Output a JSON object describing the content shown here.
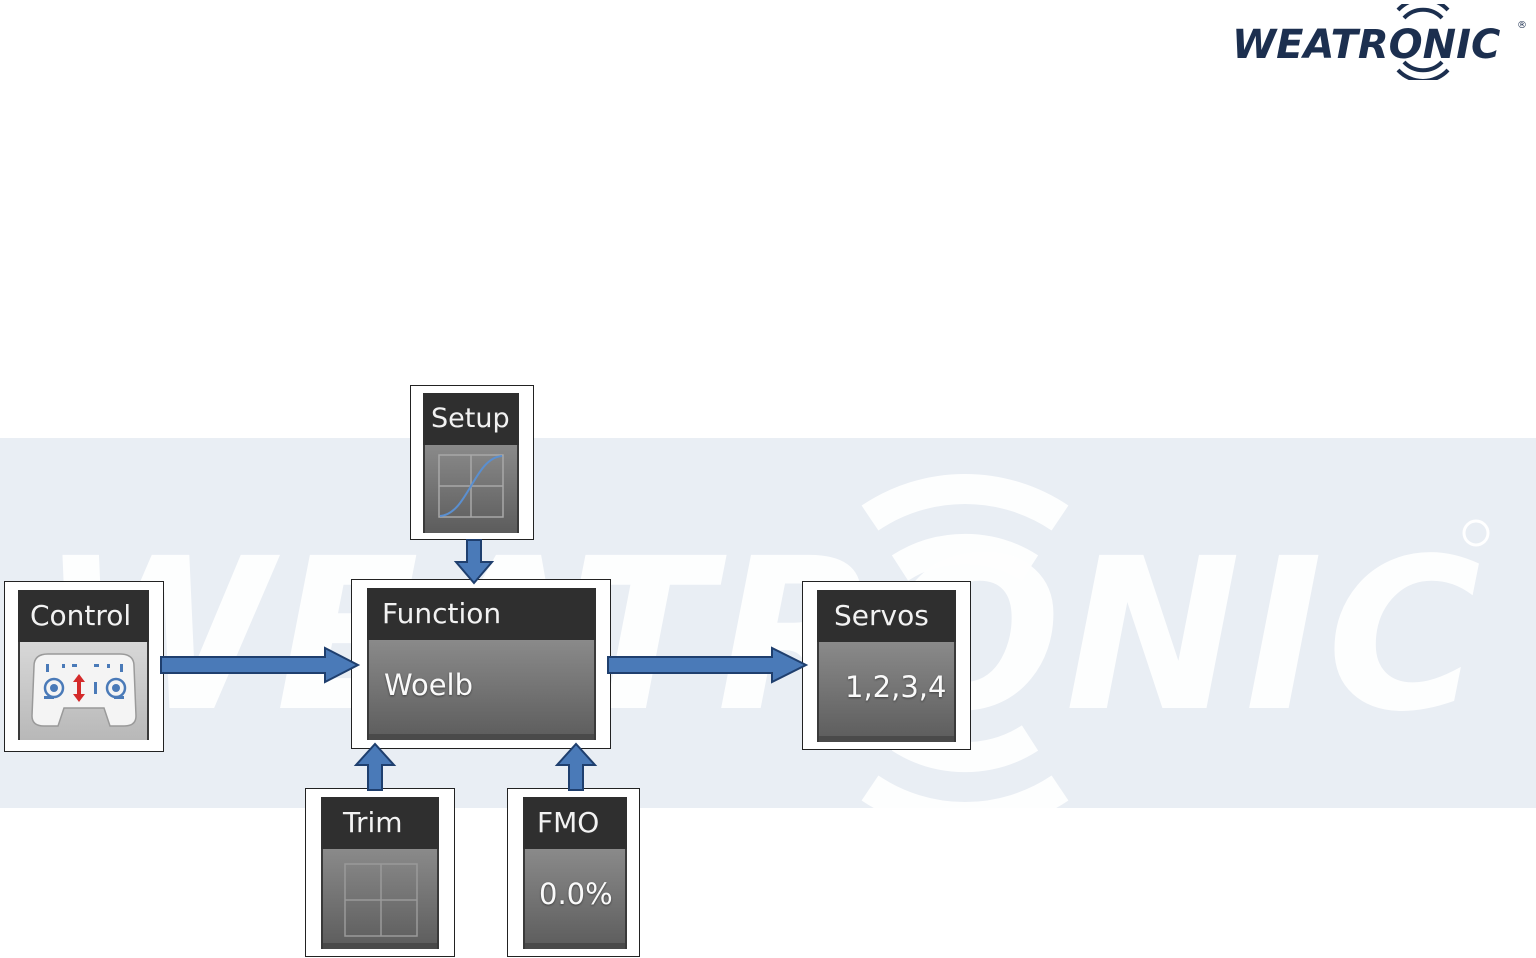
{
  "brand": {
    "logo_text": "WEATRONIC",
    "registered_mark": "®"
  },
  "colors": {
    "arrow_fill": "#4a7ab8",
    "arrow_stroke": "#1f3f6e",
    "band": "#e9eef4",
    "tile_header": "#2f2f2f"
  },
  "blocks": {
    "setup": {
      "label": "Setup",
      "icon": "curve-graph-icon"
    },
    "control": {
      "label": "Control",
      "icon": "transmitter-icon"
    },
    "function": {
      "label": "Function",
      "value": "Woelb"
    },
    "servos": {
      "label": "Servos",
      "value": "1,2,3,4"
    },
    "trim": {
      "label": "Trim",
      "icon": "grid-icon"
    },
    "fmo": {
      "label": "FMO",
      "value": "0.0%"
    }
  }
}
